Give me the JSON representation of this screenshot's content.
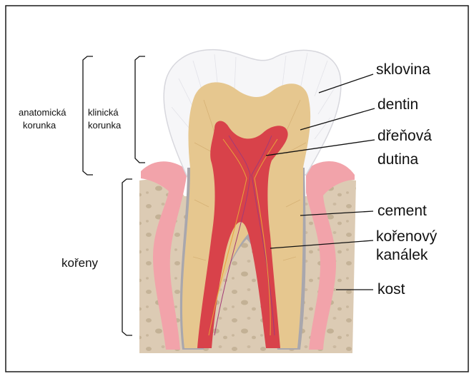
{
  "labels": {
    "enamel": "sklovina",
    "dentin": "dentin",
    "pulp_line1": "dřeňová",
    "pulp_line2": "dutina",
    "cement": "cement",
    "canal_line1": "kořenový",
    "canal_line2": "kanálek",
    "bone": "kost",
    "anatomical_crown_line1": "anatomická",
    "anatomical_crown_line2": "korunka",
    "clinical_crown_line1": "klinická",
    "clinical_crown_line2": "korunka",
    "roots": "kořeny"
  },
  "colors": {
    "enamel": "#f6f6f8",
    "dentin": "#e6c78f",
    "pulp": "#d8424a",
    "gum": "#f2a3aa",
    "bone": "#dcccb5",
    "cement": "#a9a7ad"
  }
}
